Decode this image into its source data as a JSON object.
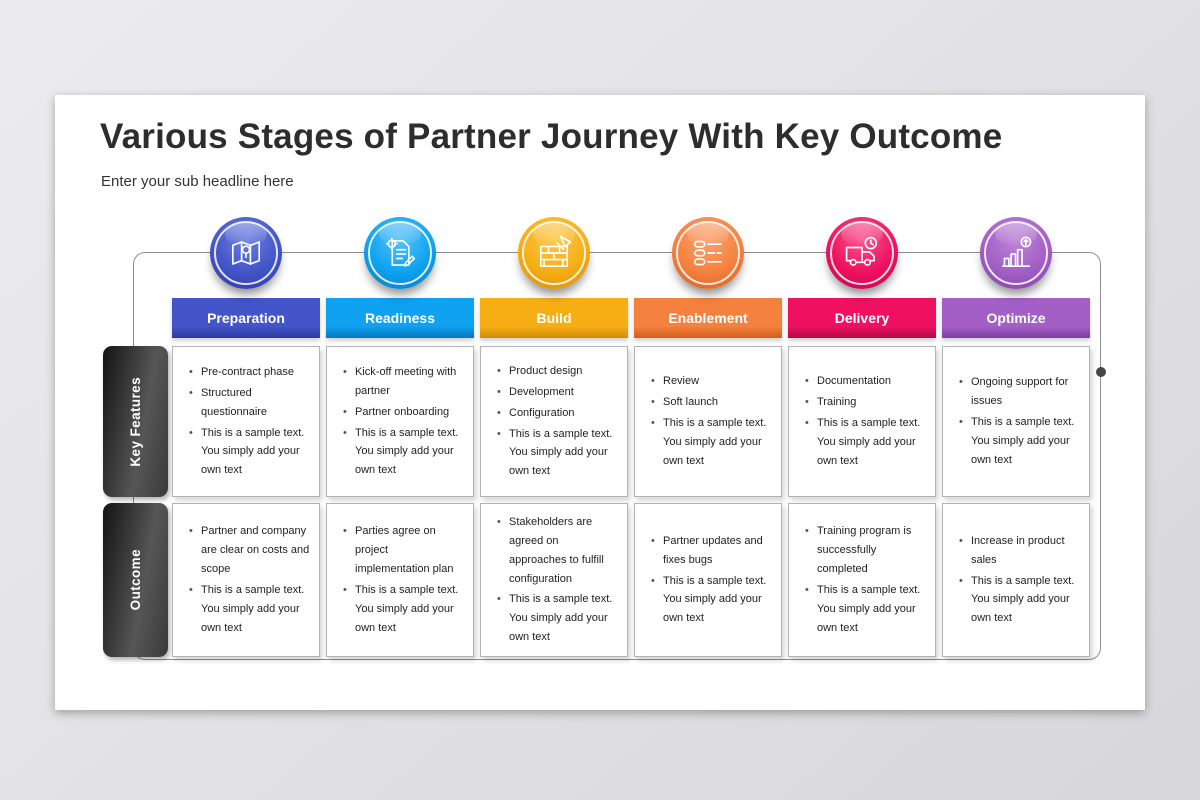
{
  "title": "Various Stages of Partner Journey With Key Outcome",
  "subtitle": "Enter your sub headline here",
  "row_labels": {
    "features": "Key Features",
    "outcome": "Outcome"
  },
  "colors": {
    "page_background": "#e3e3e6",
    "slide_background": "#ffffff",
    "tab_dark": "#131313",
    "connector_line": "#8f8f8f"
  },
  "stages": [
    {
      "name": "Preparation",
      "color": "#4355c8",
      "color_light": "#6d7fe2",
      "color_dark": "#2b3aa0",
      "icon": "map-pin-icon",
      "features": [
        "Pre-contract phase",
        "Structured questionnaire",
        "This is a sample text. You simply add your own text"
      ],
      "outcome": [
        "Partner and company are clear on costs and scope",
        "This is a sample text. You simply add your own text"
      ]
    },
    {
      "name": "Readiness",
      "color": "#0ea2f0",
      "color_light": "#55c2f8",
      "color_dark": "#0677bd",
      "icon": "document-gear-icon",
      "features": [
        "Kick-off meeting with partner",
        "Partner onboarding",
        "This is a sample text. You simply add your own text"
      ],
      "outcome": [
        "Parties agree on project implementation plan",
        "This is a sample text. You simply add your own text"
      ]
    },
    {
      "name": "Build",
      "color": "#f7ae14",
      "color_light": "#fbc94f",
      "color_dark": "#d18c07",
      "icon": "trowel-bricks-icon",
      "features": [
        "Product design",
        "Development",
        "Configuration",
        "This is a sample text. You simply add your own text"
      ],
      "outcome": [
        "Stakeholders are agreed on approaches to fulfill configuration",
        "This is a sample text. You simply add your own text"
      ]
    },
    {
      "name": "Enablement",
      "color": "#f5813f",
      "color_light": "#f9a370",
      "color_dark": "#d45f1d",
      "icon": "sliders-list-icon",
      "features": [
        "Review",
        "Soft launch",
        "This is a sample text. You simply add your own text"
      ],
      "outcome": [
        "Partner updates and fixes bugs",
        "This is a sample text. You simply add your own text"
      ]
    },
    {
      "name": "Delivery",
      "color": "#ef115f",
      "color_light": "#f7558d",
      "color_dark": "#b70a47",
      "icon": "delivery-truck-clock-icon",
      "features": [
        "Documentation",
        "Training",
        "This is a sample text. You simply add your own text"
      ],
      "outcome": [
        "Training program is successfully completed",
        "This is a sample text. You simply add your own text"
      ]
    },
    {
      "name": "Optimize",
      "color": "#a35fc6",
      "color_light": "#bd85d9",
      "color_dark": "#7c3fa0",
      "icon": "growth-chart-icon",
      "features": [
        "Ongoing support for issues",
        "This is a sample text. You simply add your own text"
      ],
      "outcome": [
        "Increase in product sales",
        "This is a sample text. You simply add your own text"
      ]
    }
  ]
}
